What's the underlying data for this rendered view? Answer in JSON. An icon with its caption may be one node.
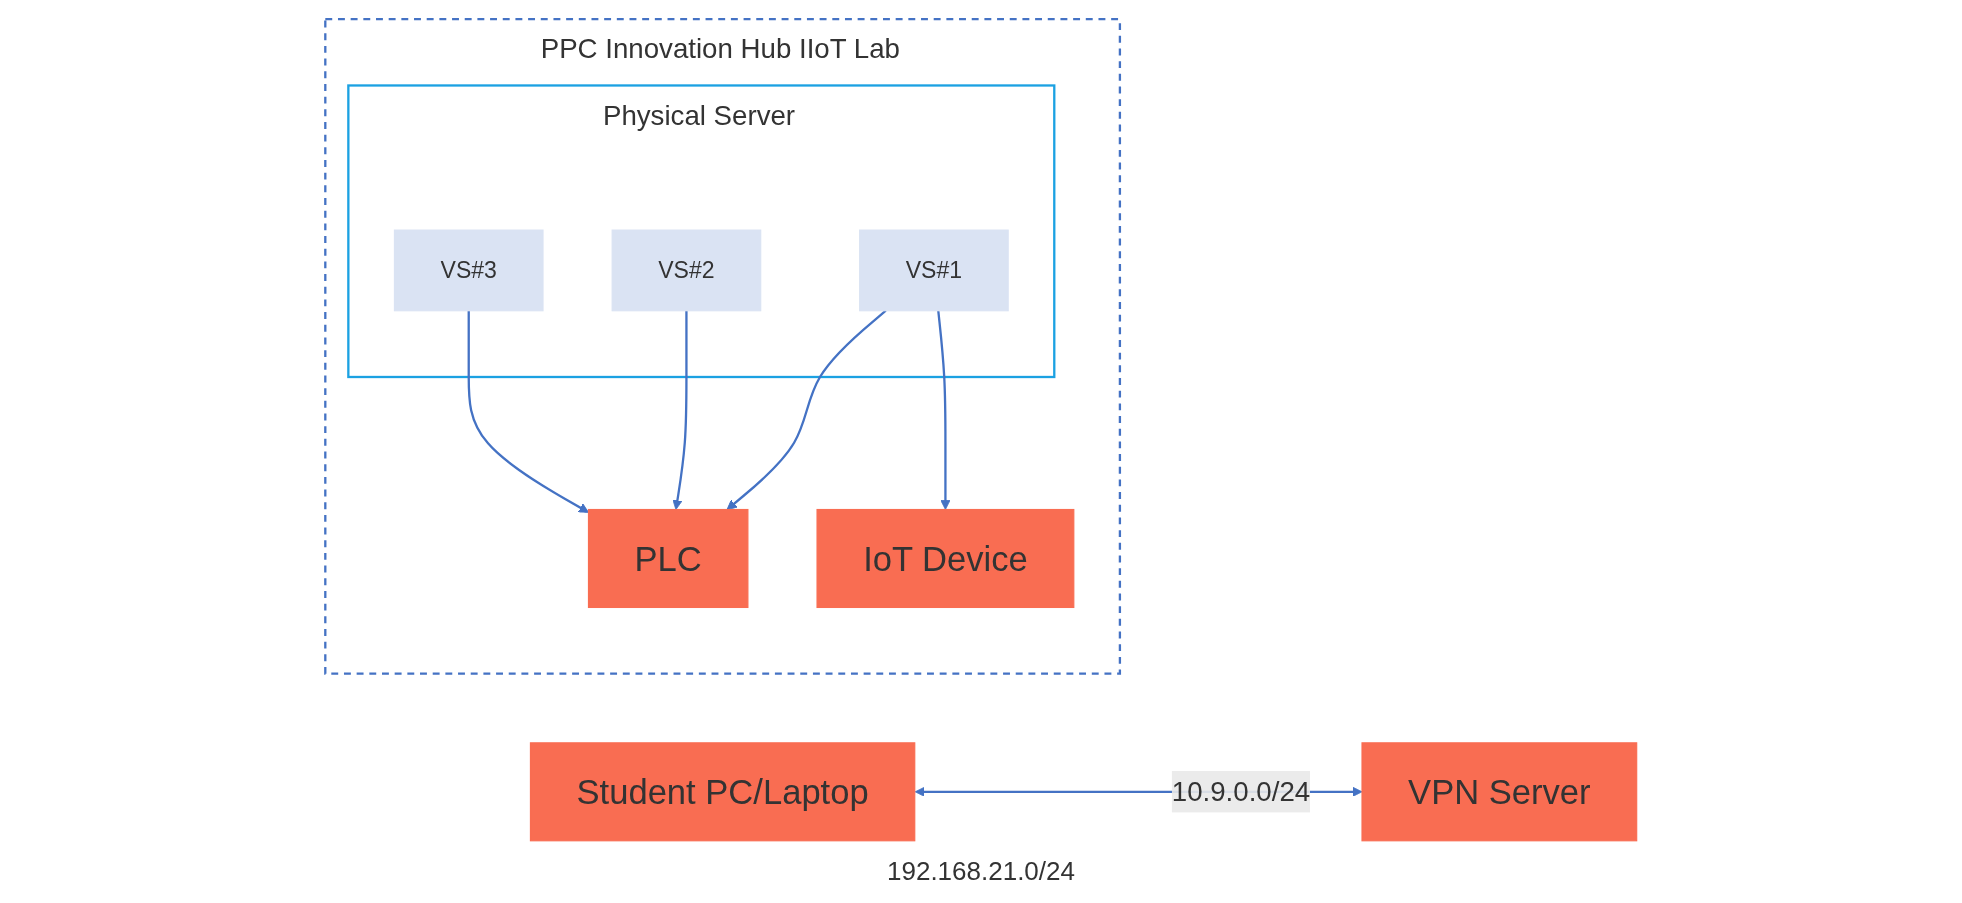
{
  "diagram": {
    "nodes": [
      {
        "text": [
          "Student PC/Laptop"
        ]
      },
      {
        "text": [
          "VPN Server"
        ]
      },
      {
        "text": [
          "PPC Innovation Hub IIoT Lab"
        ]
      },
      {
        "text": [
          "Physical Server"
        ],
        "in": 2
      },
      {
        "text": [
          "VS#1"
        ],
        "in": 3
      },
      {
        "text": [
          "VS#2"
        ],
        "in": 3
      },
      {
        "text": [
          "VS#3"
        ],
        "in": 3
      },
      {
        "text": [
          "PLC"
        ],
        "in": 2
      },
      {
        "text": [
          "IoT Device"
        ],
        "in": 2
      }
    ],
    "edges": [
      {
        "from": 0,
        "to": 1,
        "arrow": "both",
        "label": "10.9.0.0/24"
      },
      {
        "from": 4,
        "to": 7,
        "arrow": "to"
      },
      {
        "from": 4,
        "to": 8,
        "arrow": "to"
      },
      {
        "from": 5,
        "to": 7,
        "arrow": "to"
      },
      {
        "from": 6,
        "to": 7,
        "arrow": "to"
      }
    ],
    "labels": [
      "192.168.21.0/24"
    ]
  }
}
